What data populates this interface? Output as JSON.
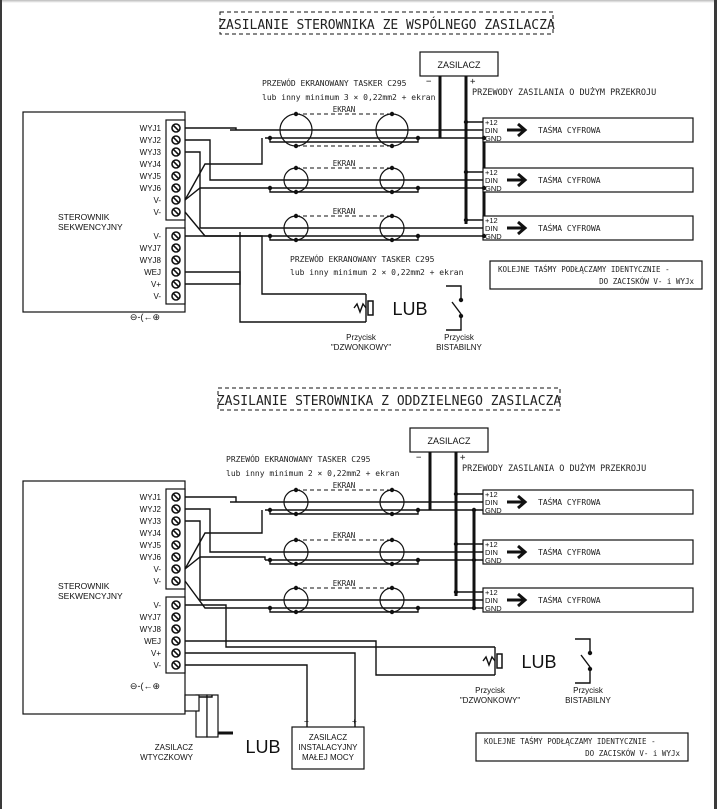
{
  "sections": [
    {
      "title": "ZASILANIE STEROWNIKA ZE WSPÓLNEGO ZASILACZA",
      "psu_label": "ZASILACZ",
      "psu_minus": "−",
      "psu_plus": "+",
      "psu_wires_label": "PRZEWODY ZASILANIA O DUŻYM PRZEKROJU",
      "cable_note": [
        "PRZEWÓD EKRANOWANY TASKER C295",
        "lub inny minimum 3 × 0,22mm2 + ekran"
      ],
      "cable_note2": [
        "PRZEWÓD EKRANOWANY TASKER C295",
        "lub inny minimum 2 × 0,22mm2 + ekran"
      ],
      "controller": [
        "STEROWNIK",
        "SEKWENCYJNY"
      ],
      "terminals_a": [
        "WYJ1",
        "WYJ2",
        "WYJ3",
        "WYJ4",
        "WYJ5",
        "WYJ6",
        "V-",
        "V-"
      ],
      "terminals_b": [
        "V-",
        "WYJ7",
        "WYJ8",
        "WEJ",
        "V+",
        "V-"
      ],
      "power_jack": "⊖-(←⊕",
      "shield_label": "EKRAN",
      "strips": [
        {
          "pins": [
            "+12",
            "DIN",
            "GND"
          ],
          "label": "TAŚMA CYFROWA"
        },
        {
          "pins": [
            "+12",
            "DIN",
            "GND"
          ],
          "label": "TAŚMA CYFROWA"
        },
        {
          "pins": [
            "+12",
            "DIN",
            "GND"
          ],
          "label": "TAŚMA CYFROWA"
        }
      ],
      "or_label": "LUB",
      "button1": [
        "Przycisk",
        "\"DZWONKOWY\""
      ],
      "button2": [
        "Przycisk",
        "BISTABILNY"
      ],
      "note": [
        "KOLEJNE TAŚMY PODŁĄCZAMY IDENTYCZNIE -",
        "DO ZACISKÓW V- i WYJx"
      ]
    },
    {
      "title": "ZASILANIE STEROWNIKA Z ODDZIELNEGO ZASILACZA",
      "psu_label": "ZASILACZ",
      "psu_minus": "−",
      "psu_plus": "+",
      "psu_wires_label": "PRZEWODY ZASILANIA O DUŻYM PRZEKROJU",
      "cable_note": [
        "PRZEWÓD EKRANOWANY TASKER C295",
        "lub inny minimum 2 × 0,22mm2 + ekran"
      ],
      "controller": [
        "STEROWNIK",
        "SEKWENCYJNY"
      ],
      "terminals_a": [
        "WYJ1",
        "WYJ2",
        "WYJ3",
        "WYJ4",
        "WYJ5",
        "WYJ6",
        "V-",
        "V-"
      ],
      "terminals_b": [
        "V-",
        "WYJ7",
        "WYJ8",
        "WEJ",
        "V+",
        "V-"
      ],
      "power_jack": "⊖-(←⊕",
      "shield_label": "EKRAN",
      "strips": [
        {
          "pins": [
            "+12",
            "DIN",
            "GND"
          ],
          "label": "TAŚMA CYFROWA"
        },
        {
          "pins": [
            "+12",
            "DIN",
            "GND"
          ],
          "label": "TAŚMA CYFROWA"
        },
        {
          "pins": [
            "+12",
            "DIN",
            "GND"
          ],
          "label": "TAŚMA CYFROWA"
        }
      ],
      "or_label": "LUB",
      "button1": [
        "Przycisk",
        "\"DZWONKOWY\""
      ],
      "button2": [
        "Przycisk",
        "BISTABILNY"
      ],
      "plug_psu": [
        "ZASILACZ",
        "WTYCZKOWY"
      ],
      "or_label2": "LUB",
      "install_psu": [
        "ZASILACZ",
        "INSTALACYJNY",
        "MAŁEJ MOCY"
      ],
      "install_minus": "−",
      "install_plus": "+",
      "note": [
        "KOLEJNE TAŚMY PODŁĄCZAMY IDENTYCZNIE -",
        "DO ZACISKÓW V- i WYJx"
      ]
    }
  ]
}
